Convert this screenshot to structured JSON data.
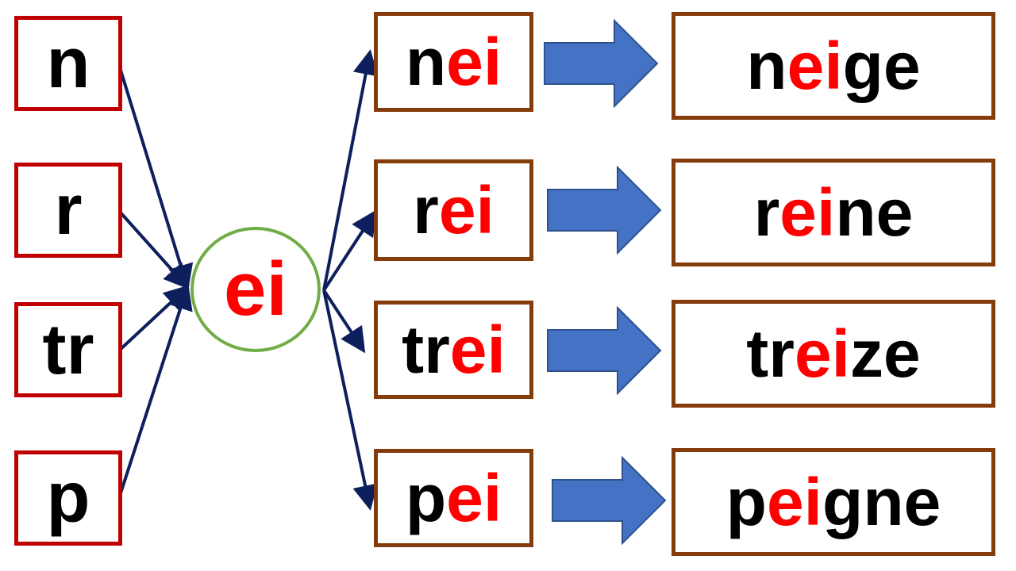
{
  "center": {
    "label": "ei"
  },
  "consonants": [
    {
      "text": "n"
    },
    {
      "text": "r"
    },
    {
      "text": "tr"
    },
    {
      "text": "p"
    }
  ],
  "syllables": [
    {
      "prefix": "n",
      "highlight": "ei"
    },
    {
      "prefix": "r",
      "highlight": "ei"
    },
    {
      "prefix": "tr",
      "highlight": "ei"
    },
    {
      "prefix": "p",
      "highlight": "ei"
    }
  ],
  "words": [
    {
      "before": "n",
      "highlight": "ei",
      "after": "ge"
    },
    {
      "before": "r",
      "highlight": "ei",
      "after": "ne"
    },
    {
      "before": "tr",
      "highlight": "ei",
      "after": "ze"
    },
    {
      "before": "p",
      "highlight": "ei",
      "after": "gne"
    }
  ],
  "colors": {
    "highlight": "#ff0000",
    "consonant_border": "#c00000",
    "syllable_border": "#843c0c",
    "hub_border": "#70ad47",
    "connector": "#0d1f5c",
    "block_arrow_fill": "#4472c4",
    "block_arrow_stroke": "#2f528f"
  }
}
